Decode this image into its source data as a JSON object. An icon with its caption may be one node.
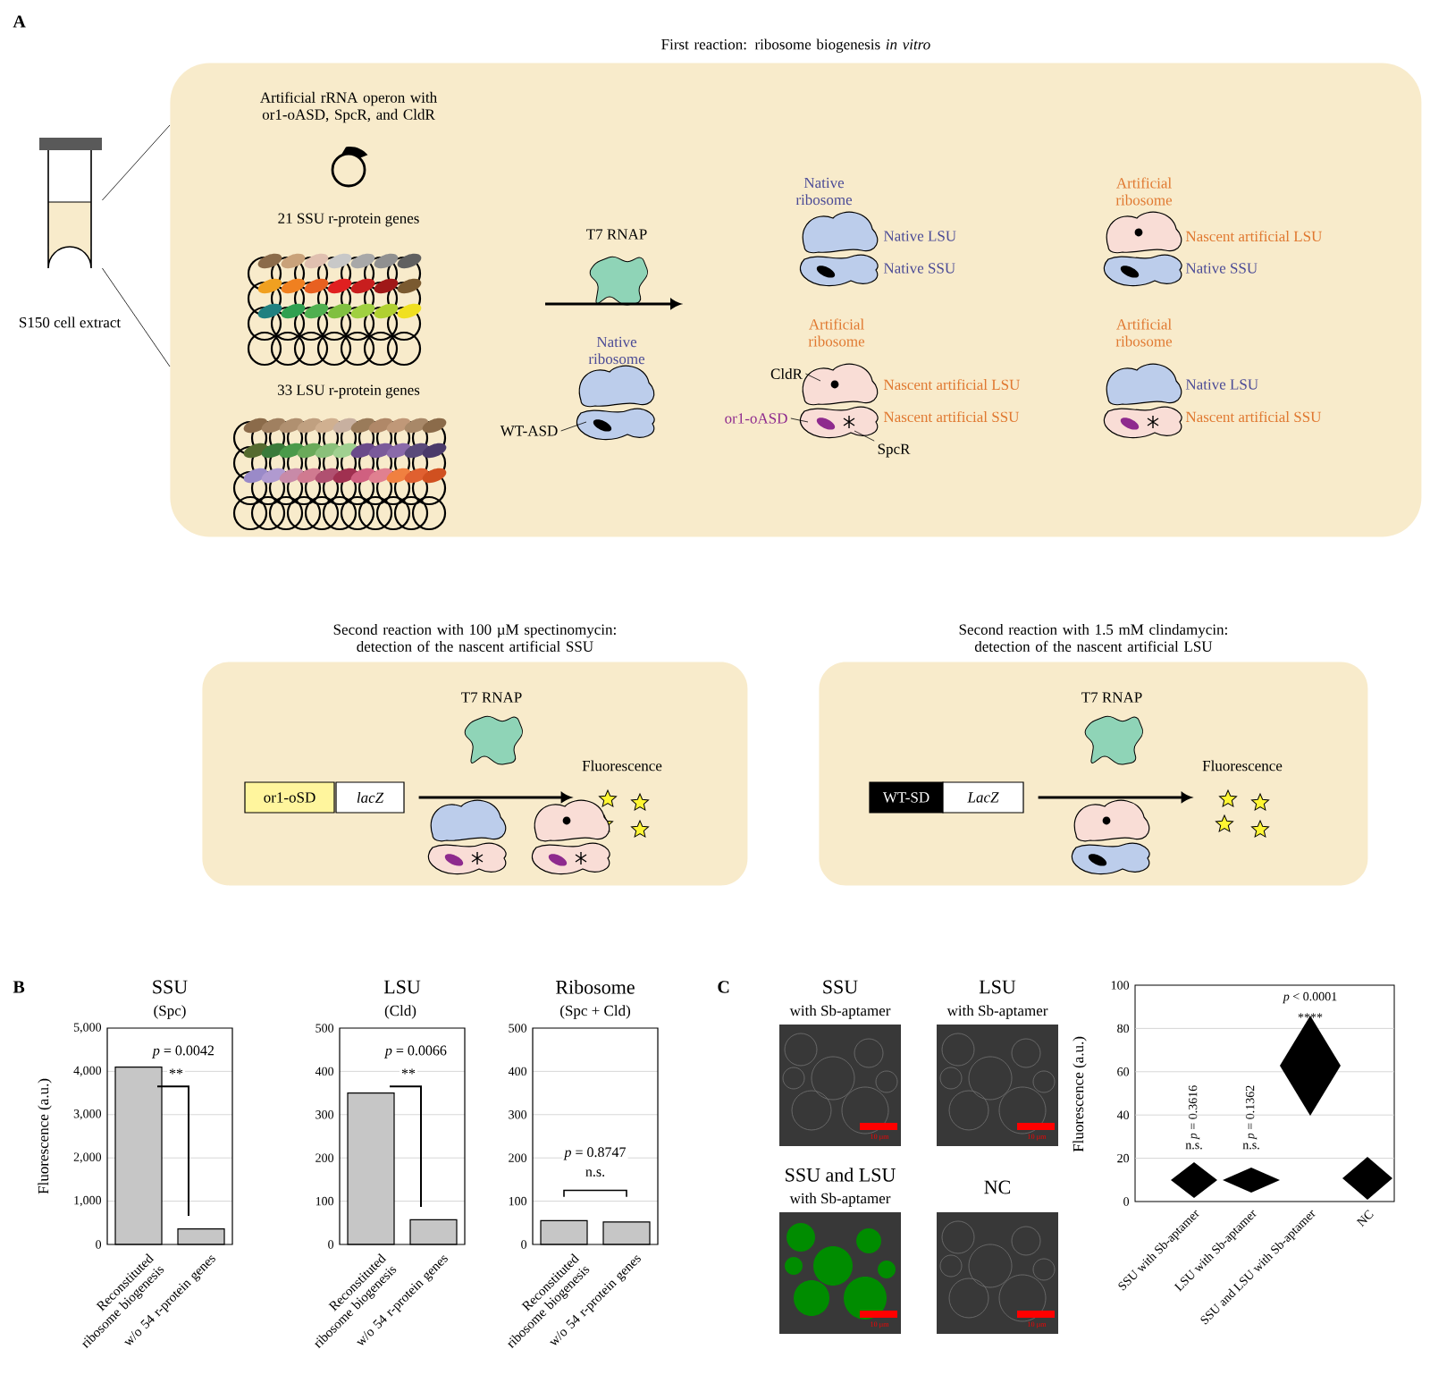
{
  "diagram": {
    "nodes": [
      {
        "text": [
          "First reaction: ribosome biogenesis *in vitro*"
        ]
      },
      {
        "text": [],
        "shape": "picture",
        "beside": [
          "S150 cell extract"
        ]
      },
      {
        "text": [
          "WT-ASD"
        ],
        "in": 0
      },
      {
        "text": [
          "CldR"
        ],
        "in": 0
      },
      {
        "text": [
          "or1-oASD"
        ],
        "in": 0
      },
      {
        "text": [
          "SpcR"
        ],
        "in": 0
      },
      {
        "text": [
          "Second reaction with 100 µM spectinomycin: detection of the nascent artificial SSU"
        ]
      },
      {
        "text": [
          "or1-oSD"
        ],
        "in": 6
      },
      {
        "text": [
          "lacZ"
        ],
        "in": 6
      },
      {
        "text": [
          "Fluorescence"
        ],
        "in": 6
      },
      {
        "text": [
          "Second reaction with 1.5 mM clindamycin: detection of the nascent artificial LSU"
        ]
      },
      {
        "text": [
          "WT-SD"
        ],
        "in": 10
      },
      {
        "text": [
          "LacZ"
        ],
        "in": 10
      },
      {
        "text": [
          "Fluorescence"
        ],
        "in": 10
      }
    ],
    "edges": [
      {
        "from": 1,
        "to": 0,
        "arrow": "none"
      },
      {
        "from": 1,
        "to": 0,
        "arrow": "none"
      },
      {
        "from": 2,
        "to": null,
        "arrow": "none"
      },
      {
        "from": 3,
        "to": null,
        "arrow": "none"
      },
      {
        "from": 4,
        "to": null,
        "arrow": "none"
      },
      {
        "from": 5,
        "to": null,
        "arrow": "none"
      },
      {
        "from": 8,
        "to": 9,
        "arrow": "to"
      },
      {
        "from": 12,
        "to": 13,
        "arrow": "to"
      }
    ],
    "labels": [
      "A",
      "Artificial rRNA operon with or1-oASD, SpcR, and CldR",
      "21 SSU r-protein genes",
      "33 LSU r-protein genes",
      "T7 RNAP",
      "Native ribosome",
      "Native ribosome",
      "Native LSU",
      "Native SSU",
      "Artificial ribosome",
      "Nascent artificial LSU",
      "Native SSU",
      "Artificial ribosome",
      "Nascent artificial LSU",
      "Nascent artificial SSU",
      "Artificial ribosome",
      "Native LSU",
      "Nascent artificial SSU",
      "T7 RNAP",
      "T7 RNAP",
      "B",
      "(Spc)",
      "(Cld)",
      "(Spc + Cld)",
      "C",
      "SSU",
      "with Sb-aptamer",
      "LSU",
      "with Sb-aptamer",
      "SSU and LSU",
      "with Sb-aptamer",
      "NC",
      "10 µm",
      "10 µm",
      "10 µm",
      "10 µm",
      "Fluorescence (a.u.)",
      "0",
      "20",
      "40",
      "60",
      "80",
      "100",
      "SSU with Sb-aptamer",
      "LSU with Sb-aptamer",
      "SSU and LSU with Sb-aptamer",
      "NC",
      "*p* = 0.3616",
      "n.s.",
      "*p* = 0.1362",
      "n.s.",
      "*p* < 0.0001",
      "****"
    ],
    "chart_data": [
      {
        "type": "bar",
        "title": "SSU",
        "ylabel": "Fluorescence (a.u.)",
        "categories": [
          "Reconstituted ribosome biogenesis",
          "w/o 54 r-protein genes"
        ],
        "values": [
          4100,
          360
        ],
        "grid": true,
        "ylim": [
          0,
          5000
        ],
        "yticks": [
          0,
          {
            "value": 1000,
            "label": "1,000"
          },
          {
            "value": 2000,
            "label": "2,000"
          },
          {
            "value": 3000,
            "label": "3,000"
          },
          {
            "value": 4000,
            "label": "4,000"
          },
          {
            "value": 5000,
            "label": "5,000"
          }
        ],
        "annotations": [
          "*p* = 0.0042",
          "**"
        ]
      },
      {
        "type": "bar",
        "title": "LSU",
        "categories": [
          "Reconstituted ribosome biogenesis",
          "w/o 54 r-protein genes"
        ],
        "values": [
          350,
          57
        ],
        "grid": true,
        "ylim": [
          0,
          500
        ],
        "yticks": [
          0,
          100,
          200,
          300,
          400,
          500
        ],
        "annotations": [
          "*p* = 0.0066",
          "**"
        ]
      },
      {
        "type": "bar",
        "title": "Ribosome",
        "categories": [
          "Reconstituted ribosome biogenesis",
          "w/o 54 r-protein genes"
        ],
        "values": [
          55,
          52
        ],
        "grid": true,
        "ylim": [
          0,
          500
        ],
        "yticks": [
          0,
          100,
          200,
          300,
          400,
          500
        ],
        "annotations": [
          "*p* = 0.8747",
          "n.s."
        ]
      }
    ]
  }
}
